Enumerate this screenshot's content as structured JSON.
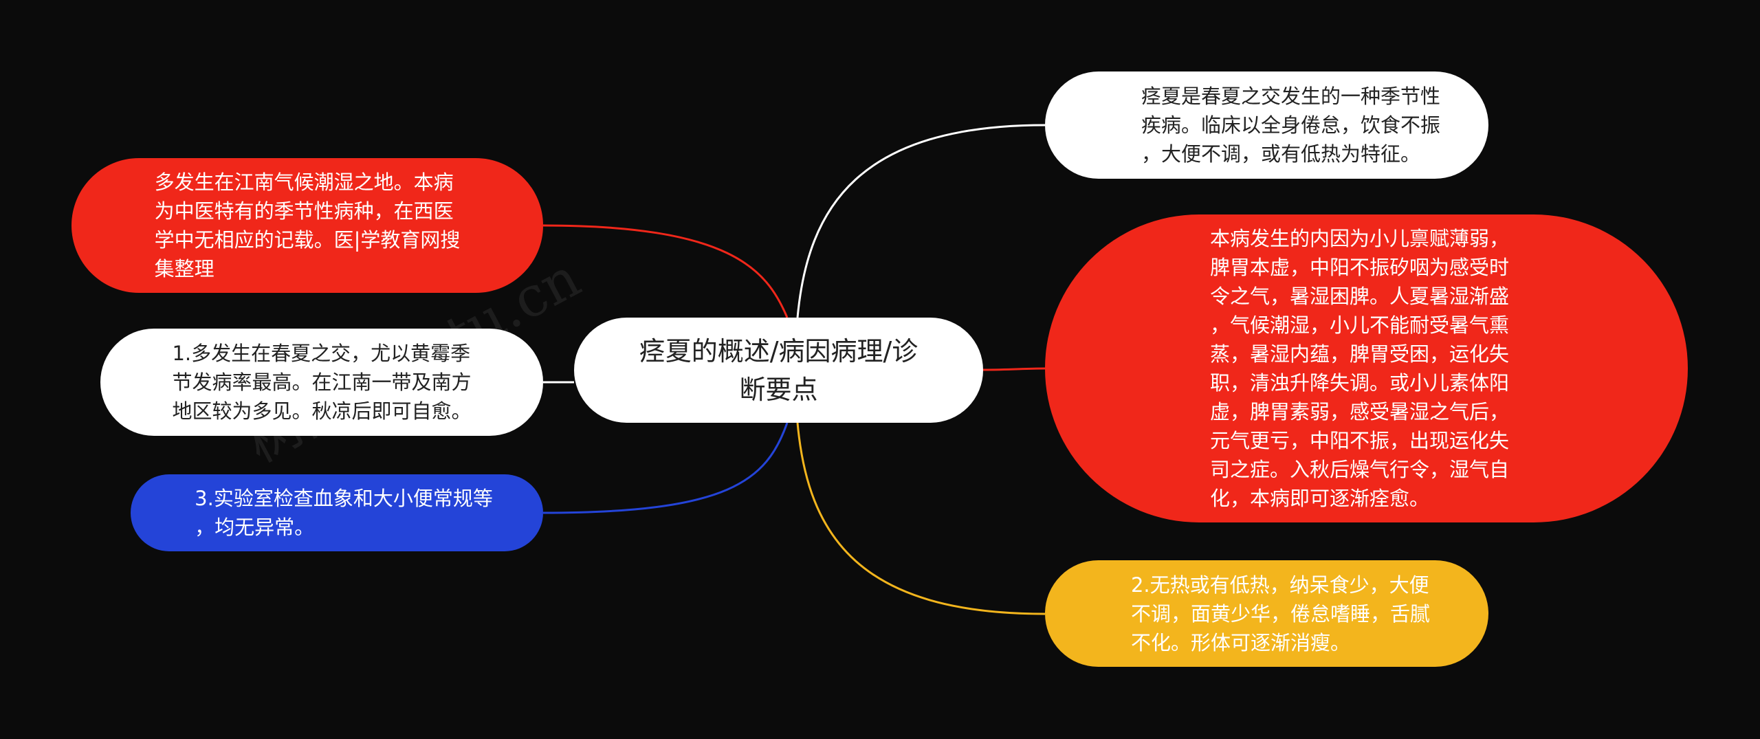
{
  "center": {
    "text": "痉夏的概述/病因病理/诊\n断要点"
  },
  "right_nodes": [
    {
      "id": "tr",
      "text": "痉夏是春夏之交发生的一种季节性\n疾病。临床以全身倦怠，饮食不振\n，大便不调，或有低热为特征。",
      "color": "#ffffff"
    },
    {
      "id": "rr",
      "text": "本病发生的内因为小儿禀赋薄弱，\n脾胃本虚，中阳不振矽咽为感受时\n令之气，暑湿困脾。人夏暑湿渐盛\n，气候潮湿，小儿不能耐受暑气熏\n蒸，暑湿内蕴，脾胃受困，运化失\n职，清浊升降失调。或小儿素体阳\n虚，脾胃素弱，感受暑湿之气后，\n元气更亏，中阳不振，出现运化失\n司之症。入秋后燥气行令，湿气自\n化，本病即可逐渐痊愈。",
      "color": "#f0271a"
    },
    {
      "id": "br",
      "text": "2.无热或有低热，纳呆食少，大便\n不调，面黄少华，倦怠嗜睡，舌腻\n不化。形体可逐渐消瘦。",
      "color": "#f3b51d"
    }
  ],
  "left_nodes": [
    {
      "id": "tl",
      "text": "多发生在江南气候潮湿之地。本病\n为中医特有的季节性病种，在西医\n学中无相应的记载。医|学教育网搜\n集整理",
      "color": "#f0271a"
    },
    {
      "id": "ml",
      "text": "1.多发生在春夏之交，尤以黄霉季\n节发病率最高。在江南一带及南方\n地区较为多见。秋凉后即可自愈。",
      "color": "#ffffff"
    },
    {
      "id": "bl",
      "text": "3.实验室检查血象和大小便常规等\n，均无异常。",
      "color": "#2444d8"
    }
  ],
  "links": [
    {
      "to": "tr",
      "color": "#ffffff"
    },
    {
      "to": "rr",
      "color": "#f0271a"
    },
    {
      "to": "br",
      "color": "#f3b51d"
    },
    {
      "to": "tl",
      "color": "#f0271a"
    },
    {
      "to": "ml",
      "color": "#ffffff"
    },
    {
      "to": "bl",
      "color": "#2444d8"
    }
  ],
  "watermark": "树图 shutu.cn"
}
